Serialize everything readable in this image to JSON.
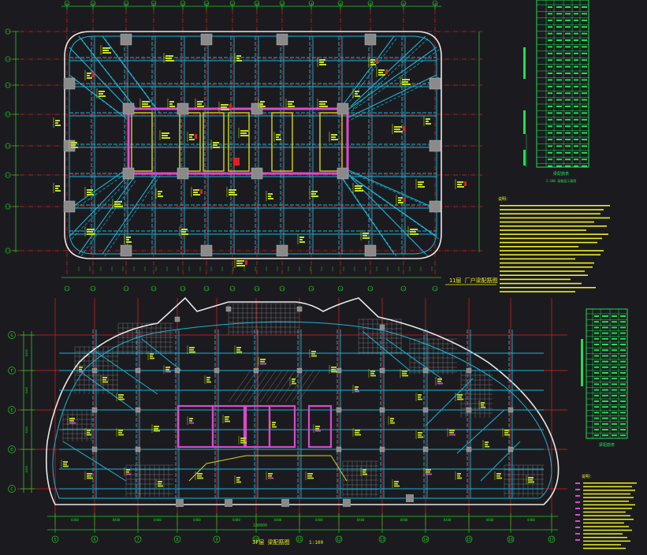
{
  "drawing": {
    "background": "#1b1b1f",
    "colors": {
      "axis": "#e02020",
      "dim": "#25c825",
      "outline": "#e8e8e8",
      "beam": "#1ab3d6",
      "core": "#d84ad0",
      "wall": "#d4d41e",
      "rebar": "#c8e020",
      "column": "#8a8a8a",
      "table": "#22dd55",
      "note": "#eeee22"
    }
  },
  "top_plan": {
    "caption": "11层 厂户梁配筋图",
    "col_labels": [
      "1-1",
      "1-2",
      "1-3",
      "1-4",
      "1-5",
      "1-6",
      "1-7",
      "1-8",
      "1-9",
      "1-10",
      "1-11",
      "1-12",
      "1-13",
      "1-14"
    ],
    "row_labels": [
      "1-H",
      "1-G",
      "1-F",
      "1-E",
      "1-D",
      "1-C",
      "1-B",
      "1-A"
    ]
  },
  "bottom_plan": {
    "caption": "3F层 梁配筋图",
    "scale": "1:100",
    "row_labels": [
      "G",
      "F",
      "E",
      "D",
      "C"
    ],
    "col_labels": [
      "5",
      "6",
      "7",
      "8",
      "9",
      "10",
      "11",
      "12",
      "13",
      "14",
      "15",
      "16",
      "17"
    ],
    "bay_dims": [
      "8400",
      "8400",
      "8400",
      "8400",
      "8400",
      "8400",
      "8400",
      "8400",
      "8400",
      "8400",
      "8400",
      "8400"
    ],
    "overall_dim": "100800",
    "row_dims": [
      "8400",
      "8400",
      "8400",
      "8400"
    ]
  },
  "top_table": {
    "title": "梁配筋表",
    "subtitle": "1:100 梁截面示意图"
  },
  "bottom_table": {
    "title": "梁配筋表"
  },
  "notes_top": {
    "title": "说明："
  },
  "notes_bottom": {
    "title": "说明："
  }
}
